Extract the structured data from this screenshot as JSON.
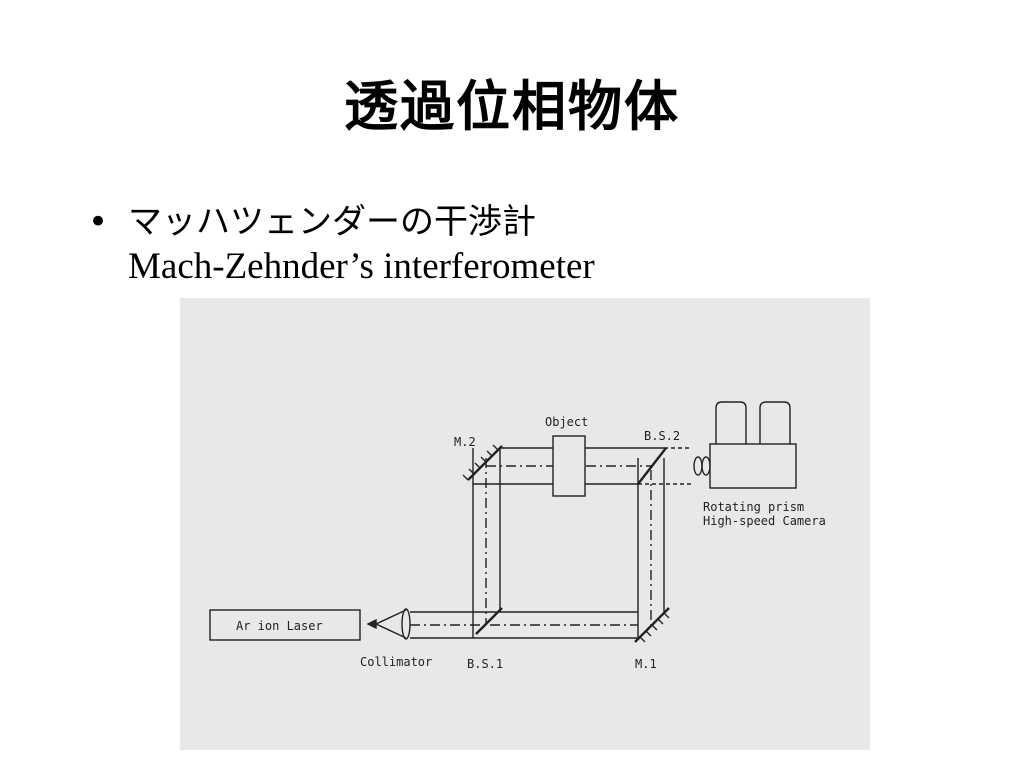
{
  "slide": {
    "title": "透過位相物体",
    "bullet_symbol": "•",
    "bullet_jp": "マッハツェンダーの干渉計",
    "bullet_en": "Mach-Zehnder’s interferometer"
  },
  "diagram": {
    "laser": "Ar ion Laser",
    "collimator": "Collimator",
    "bs1": "B.S.1",
    "bs2": "B.S.2",
    "m1": "M.1",
    "m2": "M.2",
    "object": "Object",
    "camera_line1": "Rotating prism",
    "camera_line2": "High-speed Camera"
  }
}
